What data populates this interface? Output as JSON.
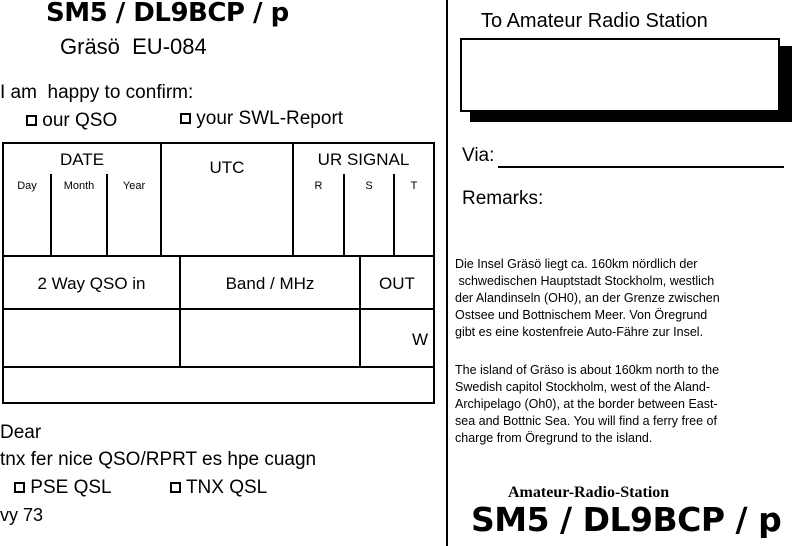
{
  "left": {
    "callsign": "SM5 / DL9BCP / p",
    "location": "Gräsö  EU-084",
    "confirm_text": "I am  happy to confirm:",
    "option_qso": "our QSO",
    "option_swl": "your SWL-Report",
    "table": {
      "date_label": "DATE",
      "day_label": "Day",
      "month_label": "Month",
      "year_label": "Year",
      "utc_label": "UTC",
      "signal_label": "UR SIGNAL",
      "r_label": "R",
      "s_label": "S",
      "t_label": "T",
      "two_way_label": "2 Way QSO in",
      "band_label": "Band / MHz",
      "out_label": "OUT",
      "watt_unit": "W"
    },
    "dear": "Dear",
    "thanks": "tnx fer nice QSO/RPRT es hpe cuagn",
    "pse_qsl": "PSE QSL",
    "tnx_qsl": "TNX QSL",
    "closing": "vy 73"
  },
  "right": {
    "to_station": "To Amateur Radio Station",
    "via": "Via:",
    "remarks": "Remarks:",
    "german_text": "Die Insel Gräsö liegt ca. 160km nördlich der\n schwedischen Hauptstadt Stockholm, westlich\nder Alandinseln (OH0), an der Grenze zwischen\nOstsee und Bottnischem Meer. Von Öregrund\ngibt es eine kostenfreie Auto-Fähre zur Insel.",
    "english_text": "The island of Gräso is about 160km north to the\nSwedish capitol Stockholm, west of the Aland-\nArchipelago (Oh0), at the border between East-\nsea and Bottnic Sea. You will find a ferry free of\ncharge from Öregrund to the island.",
    "station_heading": "Amateur-Radio-Station",
    "callsign": "SM5 / DL9BCP / p"
  }
}
